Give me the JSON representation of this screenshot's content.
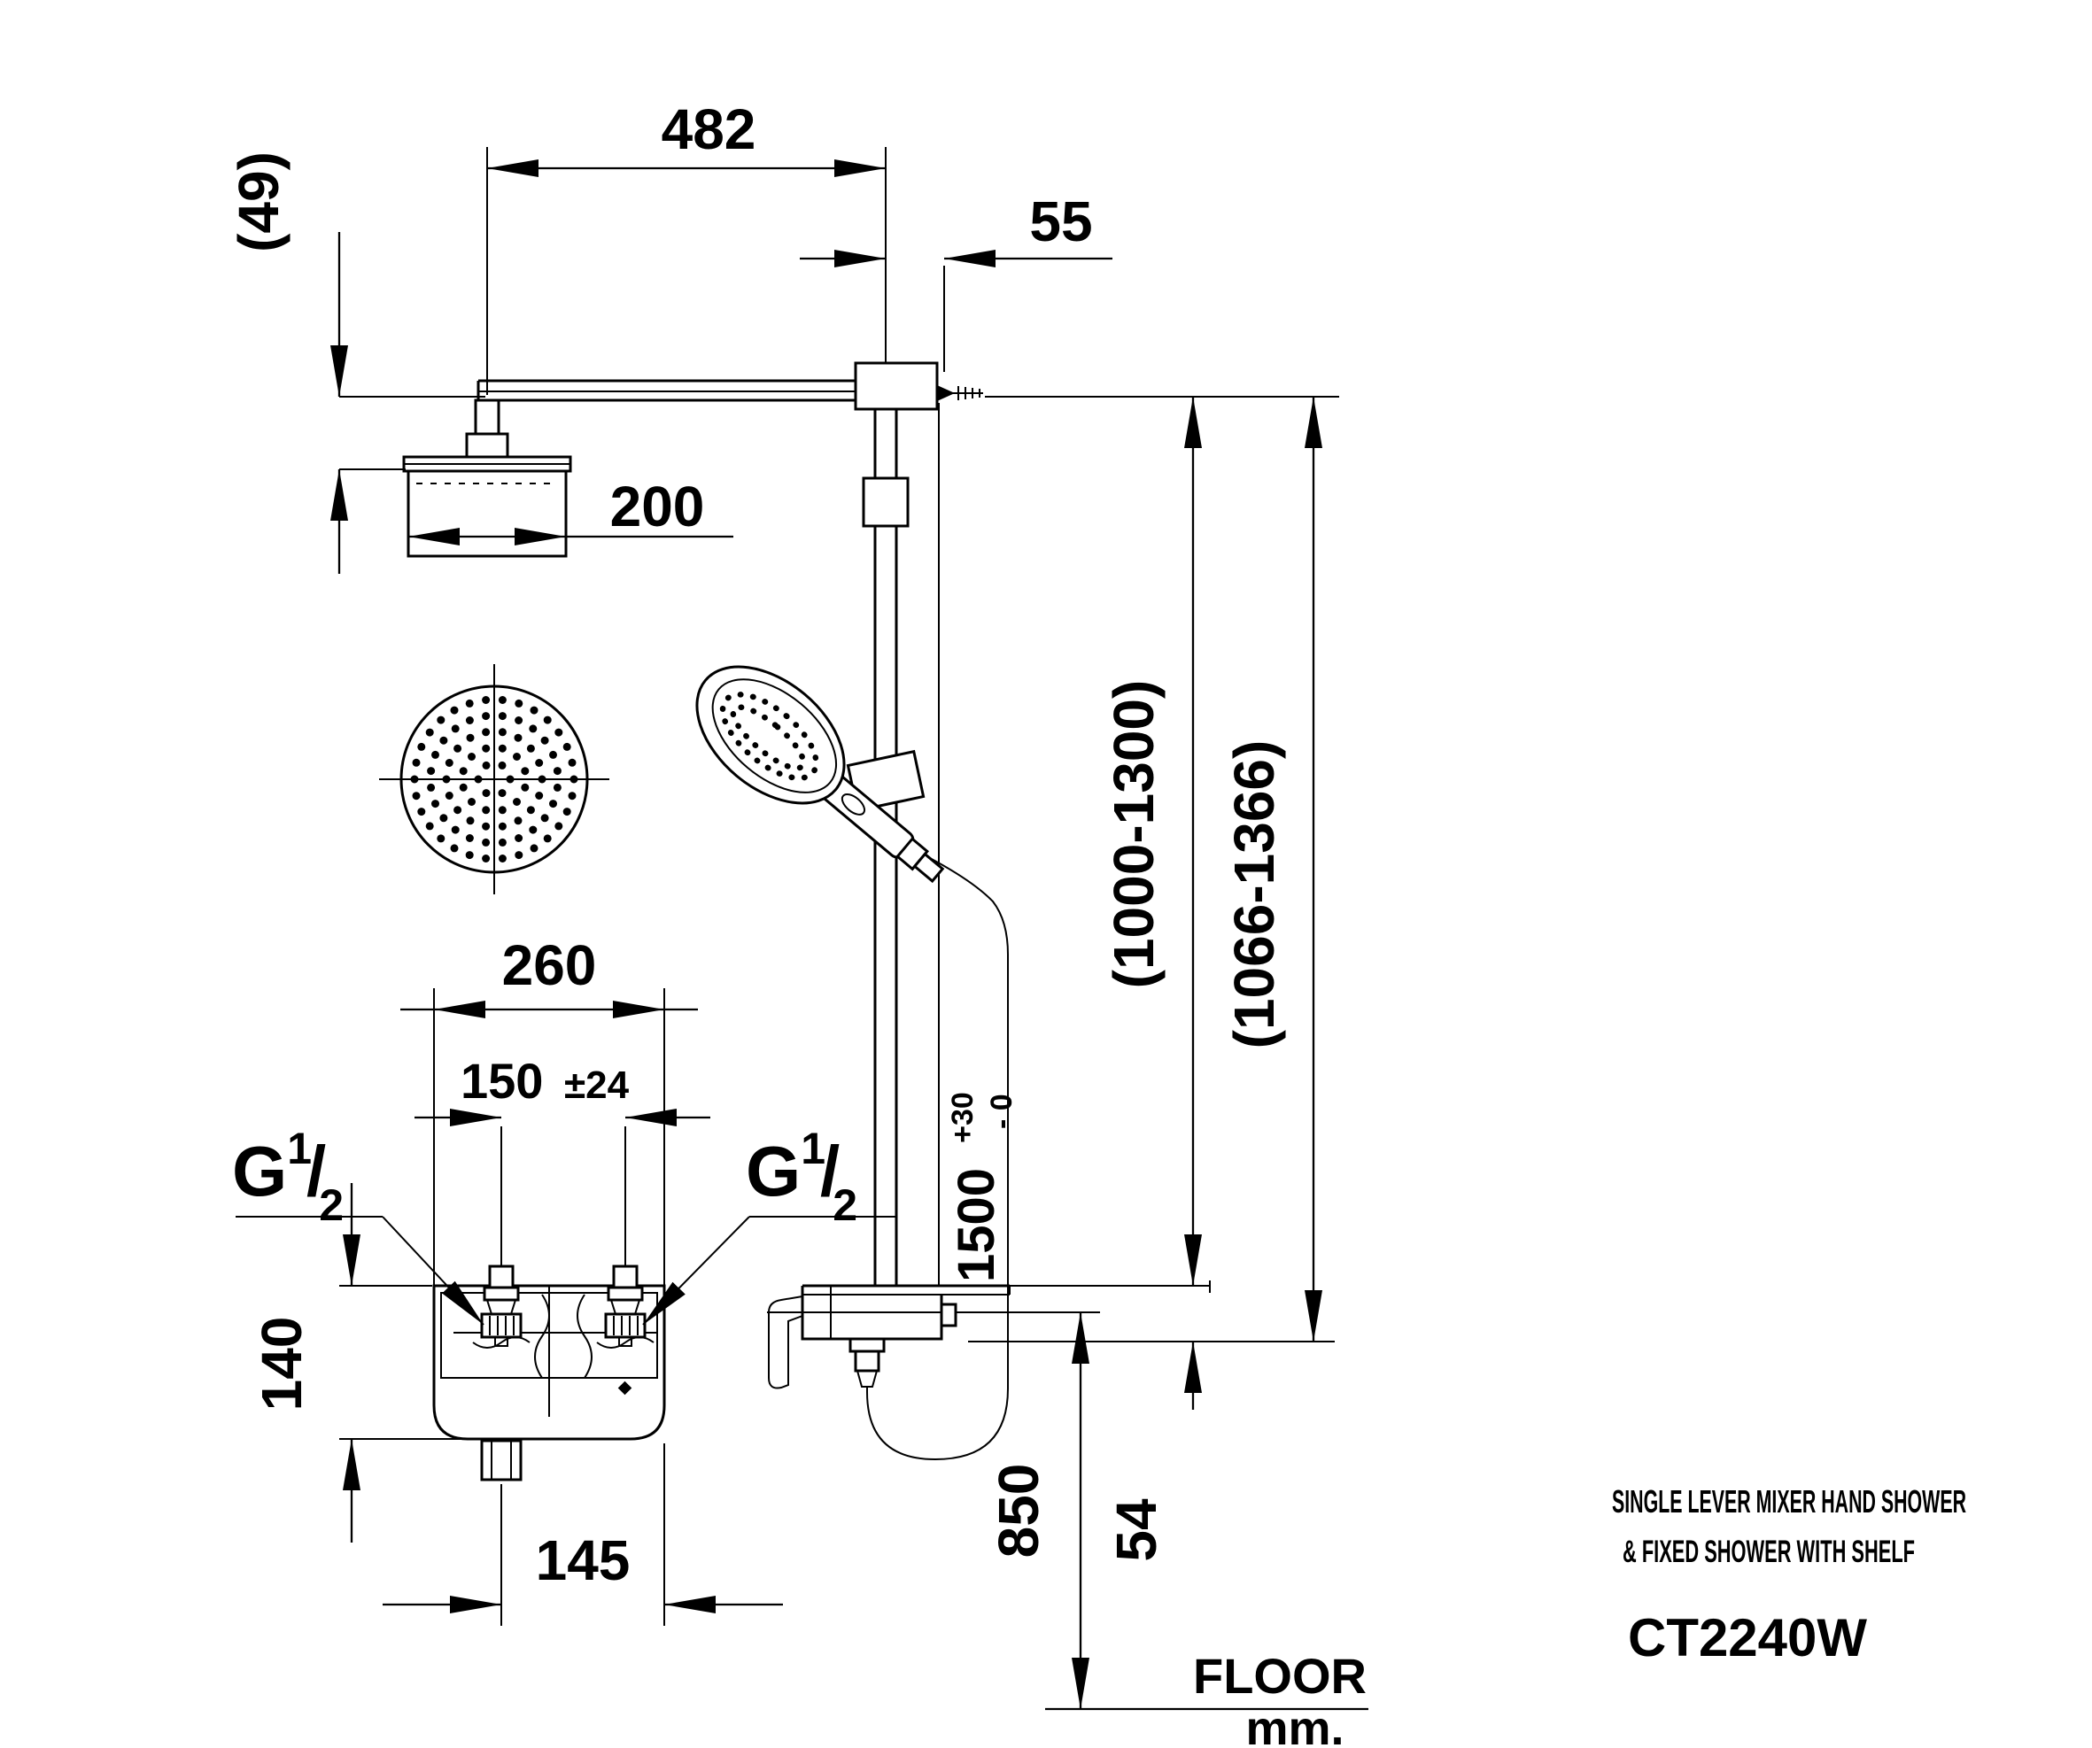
{
  "product": {
    "description_line1": "SINGLE LEVER MIXER HAND SHOWER",
    "description_line2": "& FIXED  SHOWER WITH SHELF",
    "model_code": "CT2240W"
  },
  "floor_reference": {
    "label": "FLOOR",
    "units": "mm."
  },
  "dimensions": {
    "arm_length": "482",
    "wall_offset": "55",
    "head_drop_reference": "(49)",
    "head_diameter": "200",
    "mixer_body_width": "260",
    "inlet_spacing": "150",
    "inlet_spacing_tolerance": "±24",
    "mixer_body_height": "140",
    "outlet_to_edge": "145",
    "mixer_height_from_floor": "850",
    "shelf_offset": "54",
    "riser_adjustable_height": "(1000-1300)",
    "overall_adjustable_height": "(1066-1366)",
    "hose_length": "1500",
    "hose_tolerance_plus": "+30",
    "hose_tolerance_minus": "- 0"
  },
  "thread_label": {
    "g": "G",
    "numerator": "1",
    "slash": "/",
    "denominator": "2"
  },
  "colors": {
    "line": "#000000",
    "background": "#ffffff"
  }
}
